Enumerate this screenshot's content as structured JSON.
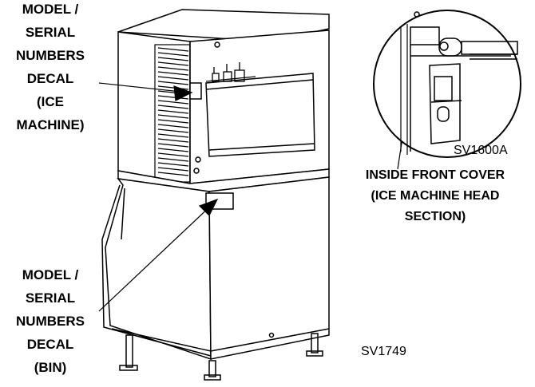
{
  "labels": {
    "ice_machine_decal": [
      "MODEL /",
      "SERIAL",
      "NUMBERS",
      "DECAL",
      "(ICE",
      "MACHINE)"
    ],
    "bin_decal": [
      "MODEL /",
      "SERIAL",
      "NUMBERS",
      "DECAL",
      "(BIN)"
    ],
    "inside_cover": [
      "INSIDE FRONT COVER",
      "(ICE MACHINE HEAD",
      "SECTION)"
    ]
  },
  "figure_codes": {
    "detail": "SV1600A",
    "main": "SV1749"
  }
}
